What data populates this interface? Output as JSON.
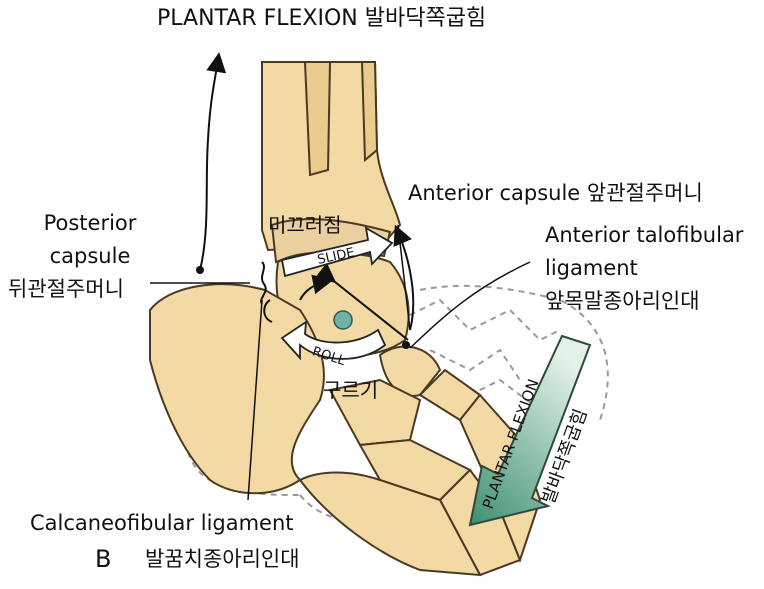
{
  "labels": {
    "title": "PLANTAR FLEXION 발바닥쪽굽힘",
    "posterior_capsule_1": "Posterior",
    "posterior_capsule_2": "capsule",
    "posterior_capsule_ko": "뒤관절주머니",
    "anterior_capsule": "Anterior capsule 앞관절주머니",
    "anterior_talofibular_1": "Anterior talofibular",
    "anterior_talofibular_2": "ligament",
    "anterior_talofibular_ko": "앞목말종아리인대",
    "slide_ko": "미끄러짐",
    "slide_en": "SLIDE",
    "roll_en": "ROLL",
    "roll_ko": "구르기",
    "plantar_arrow_en": "PLANTAR FLEXION",
    "plantar_arrow_ko": "발바닥쪽굽힘",
    "calcaneofibular_en": "Calcaneofibular ligament",
    "calcaneofibular_ko": "발꿈치종아리인대",
    "panel_letter": "B"
  },
  "colors": {
    "bone_fill": "#f3d9a4",
    "bone_outline": "#4a3a22",
    "dashed_outline": "#9a9a9a",
    "axis_dot": "#6fb3a6",
    "big_arrow_dark": "#3e8f70",
    "big_arrow_light": "#dff0e4"
  }
}
